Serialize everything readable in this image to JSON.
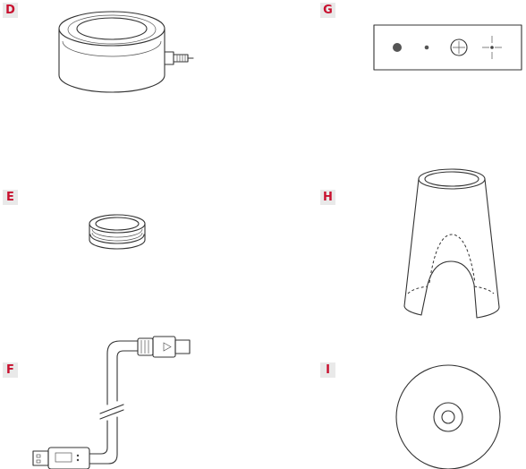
{
  "items": [
    {
      "id": "D",
      "icon": "camera-base-with-screw-drawing"
    },
    {
      "id": "E",
      "icon": "adapter-ring-drawing"
    },
    {
      "id": "F",
      "icon": "usb-cable-drawing"
    },
    {
      "id": "G",
      "icon": "target-sticker-drawing"
    },
    {
      "id": "H",
      "icon": "sleeve-hood-drawing"
    },
    {
      "id": "I",
      "icon": "disc-drawing"
    }
  ],
  "colors": {
    "label_text": "#c8102e",
    "label_bg": "#e9e9e9",
    "line": "#333333"
  }
}
